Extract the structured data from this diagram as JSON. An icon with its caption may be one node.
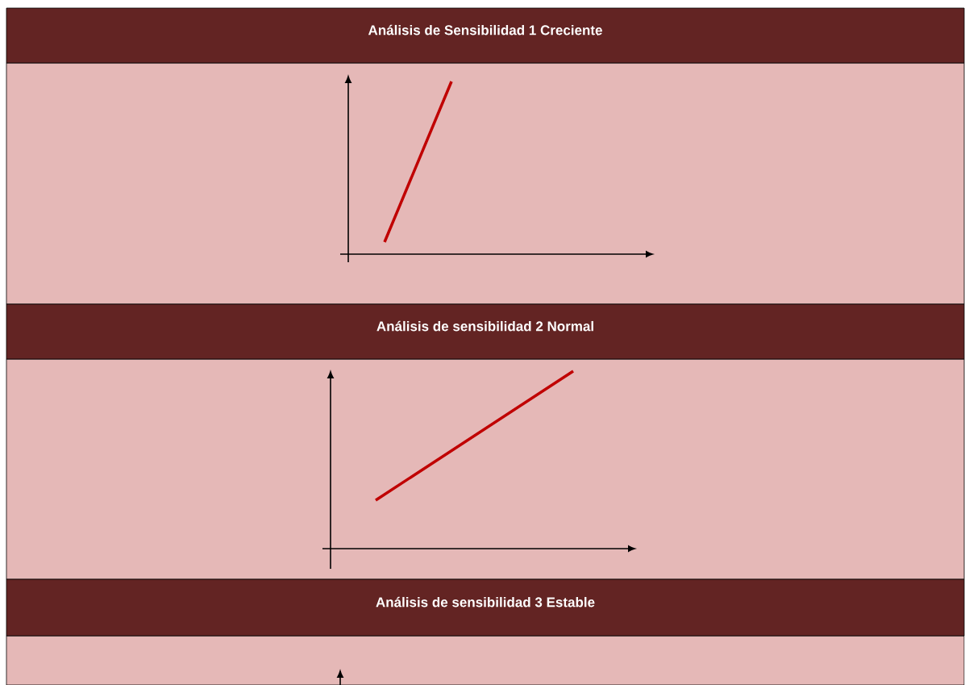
{
  "diagram": {
    "nodes": [
      {
        "text": [
          "Análisis de Sensibilidad 1 Creciente"
        ]
      },
      {
        "text": [
          "Análisis de sensibilidad 2 Normal"
        ]
      },
      {
        "text": [
          "Análisis de sensibilidad 3 Estable"
        ]
      }
    ]
  }
}
